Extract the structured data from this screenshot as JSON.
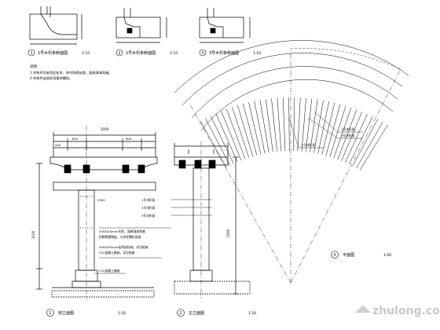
{
  "details": [
    {
      "num": "1",
      "title": "1号木桁条断面图",
      "scale": "1:10"
    },
    {
      "num": "2",
      "title": "2号木桁条断面图",
      "scale": "1:10"
    },
    {
      "num": "3",
      "title": "3号木桁条断面图",
      "scale": "1:10"
    }
  ],
  "notes": {
    "heading": "说明",
    "lines": [
      "1.木构件均采用红松木，并作防腐处理，面刷清漆两遍。",
      "2.木构件连接采用镀锌螺栓。"
    ]
  },
  "views": {
    "side": {
      "num": "1",
      "title": "侧立面图",
      "scale": "1:20"
    },
    "front": {
      "num": "2",
      "title": "正立面图",
      "scale": "1:20"
    },
    "plan": {
      "num": "3",
      "title": "平面图",
      "scale": "1:60"
    }
  },
  "callouts": {
    "beam1": "1号木桁条",
    "beam2": "2号木桁条",
    "beam3": "3号木桁条"
  },
  "annotations": [
    "200X200mm木柱，面刷清漆两遍",
    "柱脚预埋钢板，与木柱螺栓连接",
    "300X300mm花岗岩柱础，详见结施",
    "C20混凝土基础，详见结施"
  ],
  "foundation_note": "C20混凝土基础",
  "dims": {
    "total_width": "2000",
    "w600": "600",
    "w800": "800",
    "w200": "200",
    "h3100": "3100",
    "h2000": "2000",
    "h600": "600",
    "h50": "50",
    "h1500": "1500"
  },
  "watermark": "zhulong.com"
}
